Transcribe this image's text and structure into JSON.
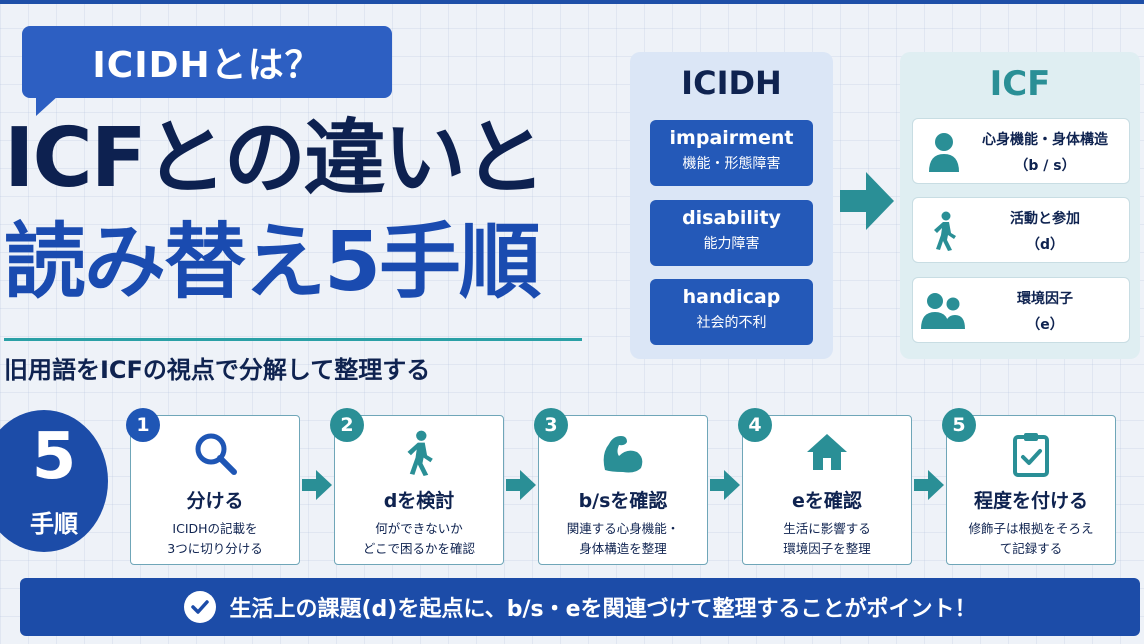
{
  "header": {
    "badge": "ICIDHとは？",
    "title_line1": "ICFとの違いと",
    "title_line2": "読み替え5手順",
    "subtitle": "旧用語をICFの視点で分解して整理する"
  },
  "icidh": {
    "title": "ICIDH",
    "items": [
      {
        "en": "impairment",
        "jp": "機能・形態障害"
      },
      {
        "en": "disability",
        "jp": "能力障害"
      },
      {
        "en": "handicap",
        "jp": "社会的不利"
      }
    ]
  },
  "icf": {
    "title": "ICF",
    "items": [
      {
        "icon": "person-icon",
        "label": "心身機能・身体構造",
        "code": "（b / s）"
      },
      {
        "icon": "walking-person-icon",
        "label": "活動と参加",
        "code": "（d）"
      },
      {
        "icon": "people-group-icon",
        "label": "環境因子",
        "code": "（e）"
      }
    ]
  },
  "steps_badge": {
    "number": "5",
    "label": "手順"
  },
  "steps": [
    {
      "num": "1",
      "icon": "search-icon",
      "title": "分ける",
      "desc1": "ICIDHの記載を",
      "desc2": "3つに切り分ける",
      "color": "#1f56b5"
    },
    {
      "num": "2",
      "icon": "walking-person-icon",
      "title": "dを検討",
      "desc1": "何ができないか",
      "desc2": "どこで困るかを確認",
      "color": "#2a8f96"
    },
    {
      "num": "3",
      "icon": "muscle-arm-icon",
      "title": "b/sを確認",
      "desc1": "関連する心身機能・",
      "desc2": "身体構造を整理",
      "color": "#2a8f96"
    },
    {
      "num": "4",
      "icon": "house-icon",
      "title": "eを確認",
      "desc1": "生活に影響する",
      "desc2": "環境因子を整理",
      "color": "#2a8f96"
    },
    {
      "num": "5",
      "icon": "clipboard-check-icon",
      "title": "程度を付ける",
      "desc1": "修飾子は根拠をそろえ",
      "desc2": "て記録する",
      "color": "#2a8f96"
    }
  ],
  "footer": {
    "text": "生活上の課題(d)を起点に、b/s・eを関連づけて整理することがポイント！"
  },
  "colors": {
    "navy": "#0f2350",
    "blue": "#1c4ca8",
    "teal": "#2a8f96"
  }
}
